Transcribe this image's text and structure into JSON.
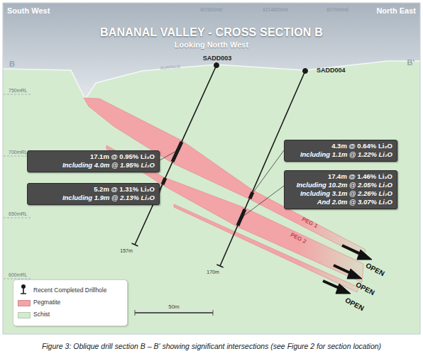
{
  "diagram": {
    "title": "BANANAL VALLEY - CROSS SECTION B",
    "caption": "Figure 3: Oblique drill section B – B' showing significant intersections (see Figure 2 for section location)",
    "nodes": [
      {
        "text": [
          "17.1m @ 0.95% Li₂O",
          "Including 4.0m @ 1.95% Li₂O"
        ]
      },
      {
        "text": [
          "5.2m @ 1.31% Li₂O",
          "Including 1.9m @ 2.13% Li₂O"
        ]
      },
      {
        "text": [
          "4.3m @ 0.64% Li₂O",
          "Including 1.1m @ 1.22% Li₂O"
        ]
      },
      {
        "text": [
          "17.4m @ 1.46% Li₂O",
          "Including 10.2m @ 2.05% Li₂O",
          "Including 3.1m @ 2.26% Li₂O",
          "And 2.0m @ 3.07% Li₂O"
        ]
      }
    ],
    "labels": [
      "South West",
      "North East",
      "807800mE",
      "8214800mN",
      "807900mE",
      "Looking North West",
      "B",
      "B'",
      "SURFACE",
      "SADD003",
      "SADD004",
      "750mRL",
      "700mRL",
      "650mRL",
      "600mRL",
      "PEG 1",
      "PEG 2",
      "OPEN",
      "OPEN",
      "OPEN",
      "157m",
      "170m",
      "50m"
    ],
    "legend": [
      {
        "text": "Recent Completed Drillhole"
      },
      {
        "text": "Pegmatite",
        "color": "#f3a4a6"
      },
      {
        "text": "Schist",
        "color": "#d4ebcf"
      }
    ]
  }
}
